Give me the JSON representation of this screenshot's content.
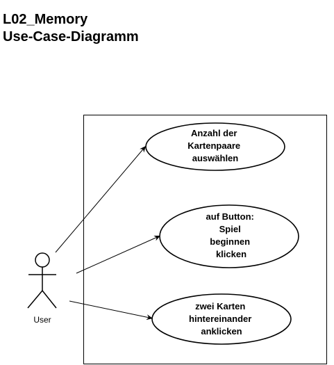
{
  "header": {
    "title_line1": "L02_Memory",
    "title_line2": "Use-Case-Diagramm"
  },
  "actor": {
    "label": "User"
  },
  "use_cases": [
    {
      "lines": [
        "Anzahl der",
        "Kartenpaare",
        "auswählen"
      ]
    },
    {
      "lines": [
        "auf Button:",
        "Spiel",
        "beginnen",
        "klicken"
      ]
    },
    {
      "lines": [
        "zwei Karten",
        "hintereinander",
        "anklicken"
      ]
    }
  ],
  "colors": {
    "stroke": "#000000",
    "background": "#ffffff"
  }
}
